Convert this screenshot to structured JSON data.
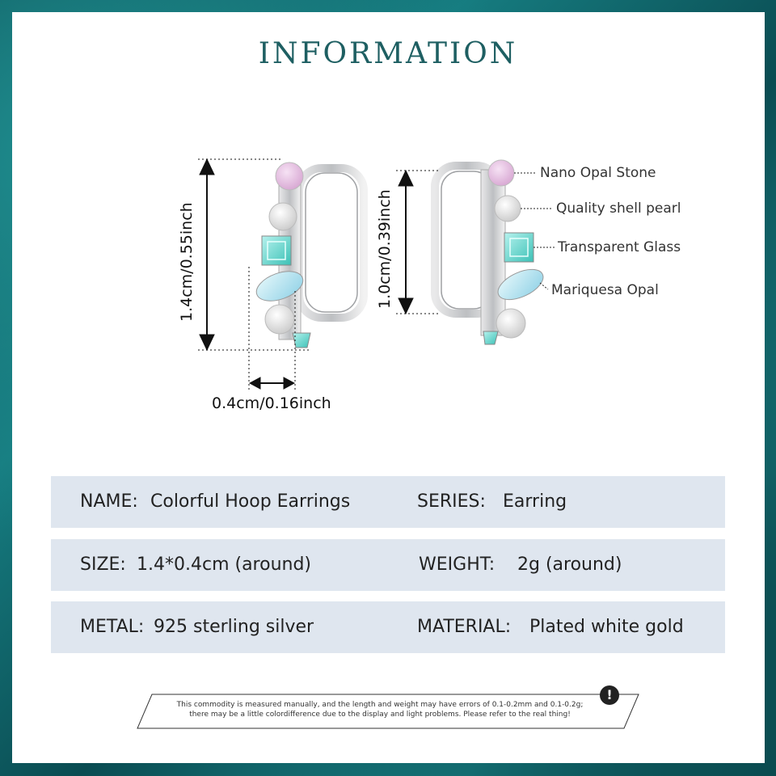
{
  "title": "INFORMATION",
  "dimensions": {
    "left_height": "1.4cm/0.55inch",
    "right_height": "1.0cm/0.39inch",
    "width": "0.4cm/0.16inch"
  },
  "callouts": [
    "Nano Opal Stone",
    "Quality shell pearl",
    "Transparent Glass",
    "Mariquesa Opal"
  ],
  "specs": [
    {
      "label1": "NAME:",
      "value1": "Colorful Hoop Earrings",
      "label2": "SERIES:",
      "value2": "Earring"
    },
    {
      "label1": "SIZE:",
      "value1": "1.4*0.4cm (around)",
      "label2": "WEIGHT:",
      "value2": "2g (around)"
    },
    {
      "label1": "METAL:",
      "value1": "925 sterling silver",
      "label2": "MATERIAL:",
      "value2": "Plated white gold"
    }
  ],
  "notice": {
    "line1": "This commodity is measured manually, and the length and weight may have errors of 0.1-0.2mm and 0.1-0.2g;",
    "line2": "there may be a little colordifference due to the display and light problems. Please refer to the real thing!",
    "icon": "!"
  },
  "colors": {
    "frame": "#0e5a5e",
    "title": "#1e5f62",
    "row_bg": "#dfe6ef"
  }
}
